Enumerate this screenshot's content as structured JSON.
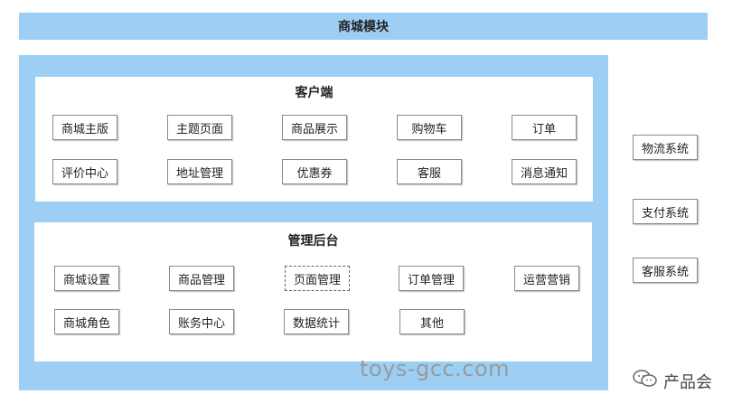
{
  "title": "商城模块",
  "client": {
    "title": "客户端",
    "rows": [
      [
        "商城主版",
        "主题页面",
        "商品展示",
        "购物车",
        "订单"
      ],
      [
        "评价中心",
        "地址管理",
        "优惠券",
        "客服",
        "消息通知"
      ]
    ]
  },
  "admin": {
    "title": "管理后台",
    "rows": [
      [
        "商城设置",
        "商品管理",
        "页面管理",
        "订单管理",
        "运营营销"
      ],
      [
        "商城角色",
        "账务中心",
        "数据统计",
        "其他"
      ]
    ]
  },
  "side_systems": [
    "物流系统",
    "支付系统",
    "客服系统"
  ],
  "watermark": "toys-gcc.com",
  "brand": {
    "label": "产品会",
    "icon": "wechat-icon"
  },
  "colors": {
    "panel_blue": "#9dcff5",
    "box_border": "#8a8a8a"
  }
}
